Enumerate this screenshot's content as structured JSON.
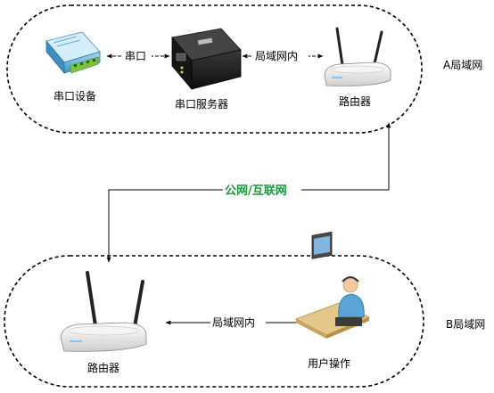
{
  "zones": {
    "a_label": "A局域网",
    "b_label": "B局域网"
  },
  "zone_a": {
    "serial_device": "串口设备",
    "serial_link": "串口",
    "serial_server": "串口服务器",
    "lan_link": "局域网内",
    "router": "路由器"
  },
  "wan": {
    "label": "公网/互联网",
    "color": "#1a9a3c"
  },
  "zone_b": {
    "router": "路由器",
    "lan_link": "局域网内",
    "user": "用户操作"
  }
}
